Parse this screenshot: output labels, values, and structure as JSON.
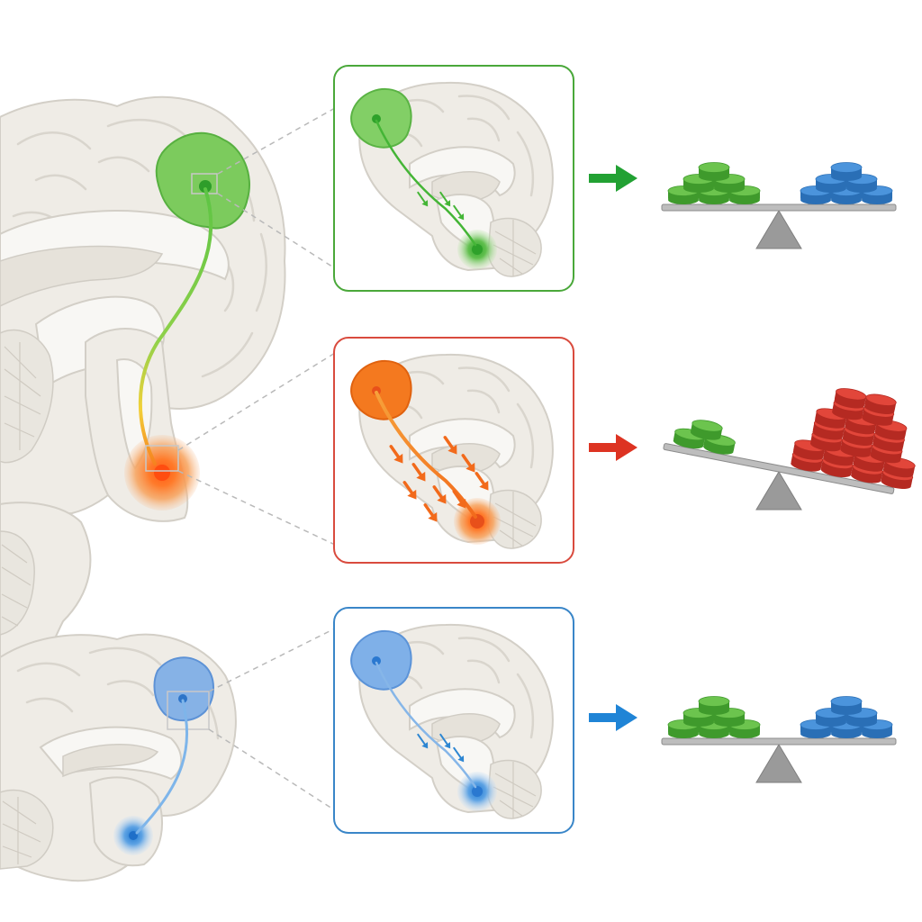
{
  "colors": {
    "green": "#44b536",
    "green_light": "#8ed26f",
    "orange": "#f26a1b",
    "orange_light": "#f7a25c",
    "red": "#d9342b",
    "blue": "#2d86d2",
    "blue_light": "#86b6e8",
    "frame_green": "#4aa83a",
    "frame_red": "#d94b3e",
    "frame_blue": "#3a86c8"
  },
  "rows": [
    {
      "id": "green",
      "arrow_color": "#22a133",
      "left_stack": 6,
      "right_stack": 6,
      "tilt": "balanced"
    },
    {
      "id": "orange",
      "arrow_color": "#dd3322",
      "left_stack": 3,
      "right_stack": 21,
      "tilt": "right-heavy"
    },
    {
      "id": "blue",
      "arrow_color": "#1f84d6",
      "left_stack": 6,
      "right_stack": 6,
      "tilt": "balanced"
    }
  ],
  "icons": [
    "brain-sagittal-illustration",
    "arrow-right-icon",
    "balance-scale-icon",
    "token-stack-icon"
  ]
}
